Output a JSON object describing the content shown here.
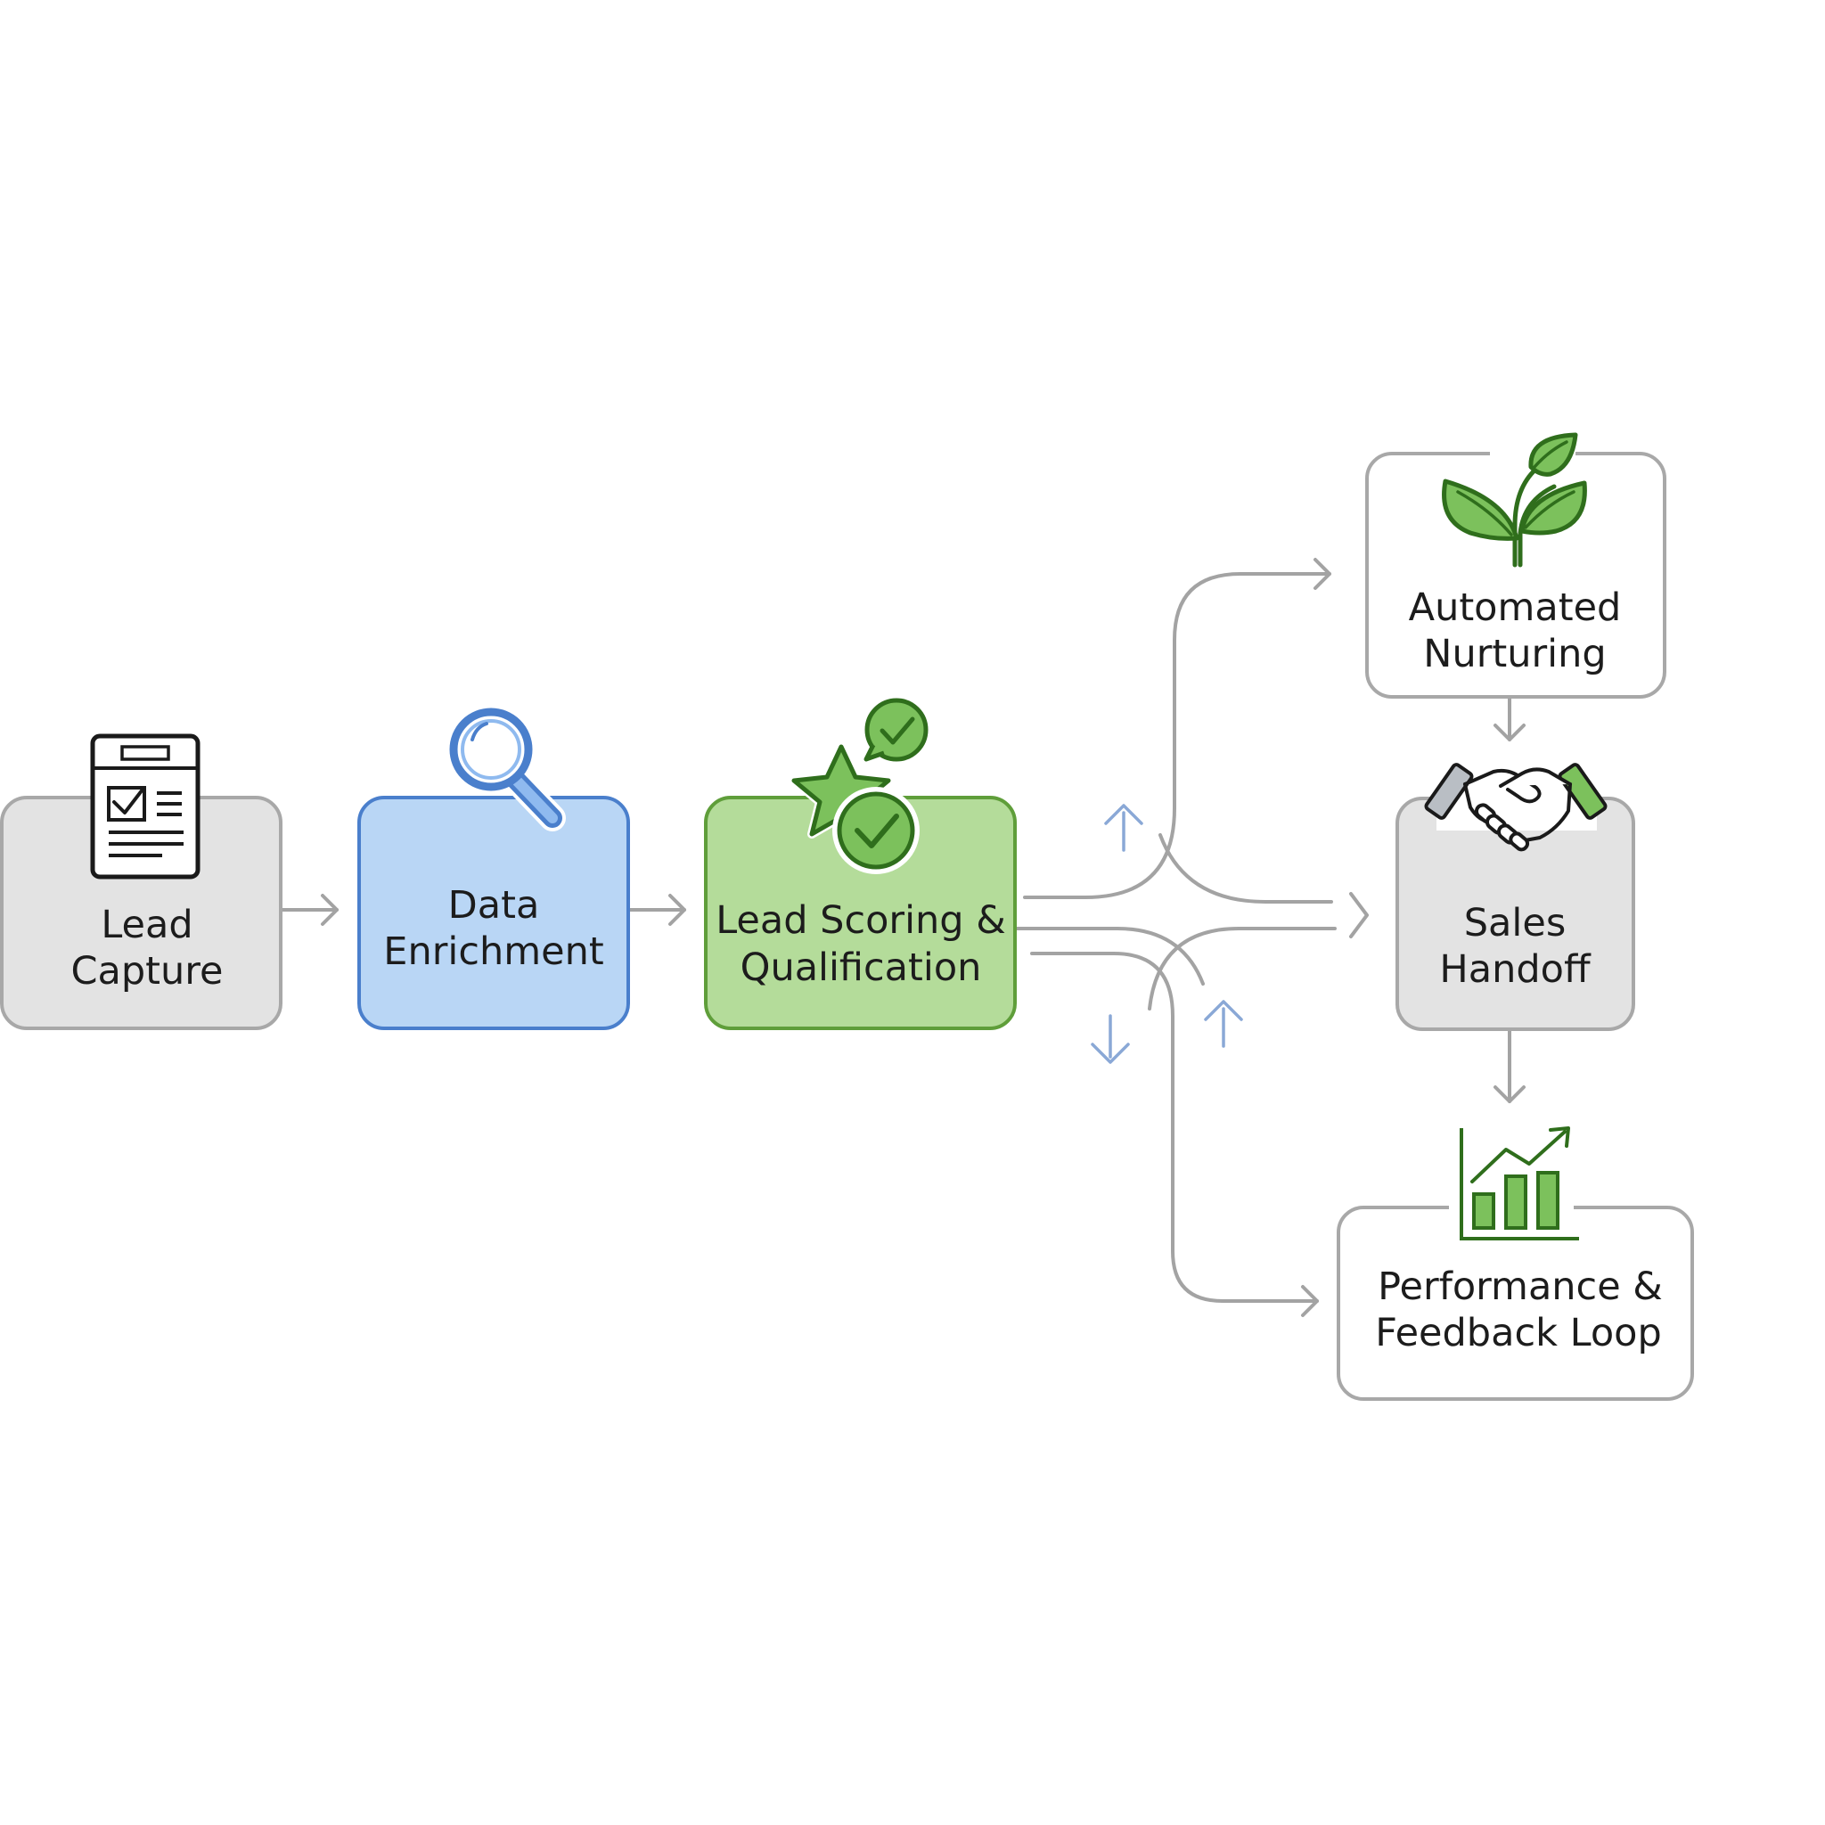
{
  "nodes": {
    "lead_capture": {
      "line1": "Lead",
      "line2": "Capture",
      "icon": "form-checklist-icon"
    },
    "data_enrichment": {
      "line1": "Data",
      "line2": "Enrichment",
      "icon": "magnifier-icon"
    },
    "lead_scoring": {
      "line1": "Lead Scoring &",
      "line2": "Qualification",
      "icon": "star-check-icon"
    },
    "automated_nurturing": {
      "line1": "Automated",
      "line2": "Nurturing",
      "icon": "sprout-icon"
    },
    "sales_handoff": {
      "line1": "Sales",
      "line2": "Handoff",
      "icon": "handshake-icon"
    },
    "performance_feedback": {
      "line1": "Performance &",
      "line2": "Feedback Loop",
      "icon": "bar-chart-growth-icon"
    }
  },
  "colors": {
    "gray_fill": "#e3e3e3",
    "blue_fill": "#b9d6f5",
    "blue_stroke": "#4a7fcc",
    "green_fill": "#b4dc9a",
    "green_stroke": "#5f9e3a",
    "icon_green": "#7cc15c",
    "icon_dark_green": "#2f6e1c",
    "connector_gray": "#a3a3a3"
  }
}
